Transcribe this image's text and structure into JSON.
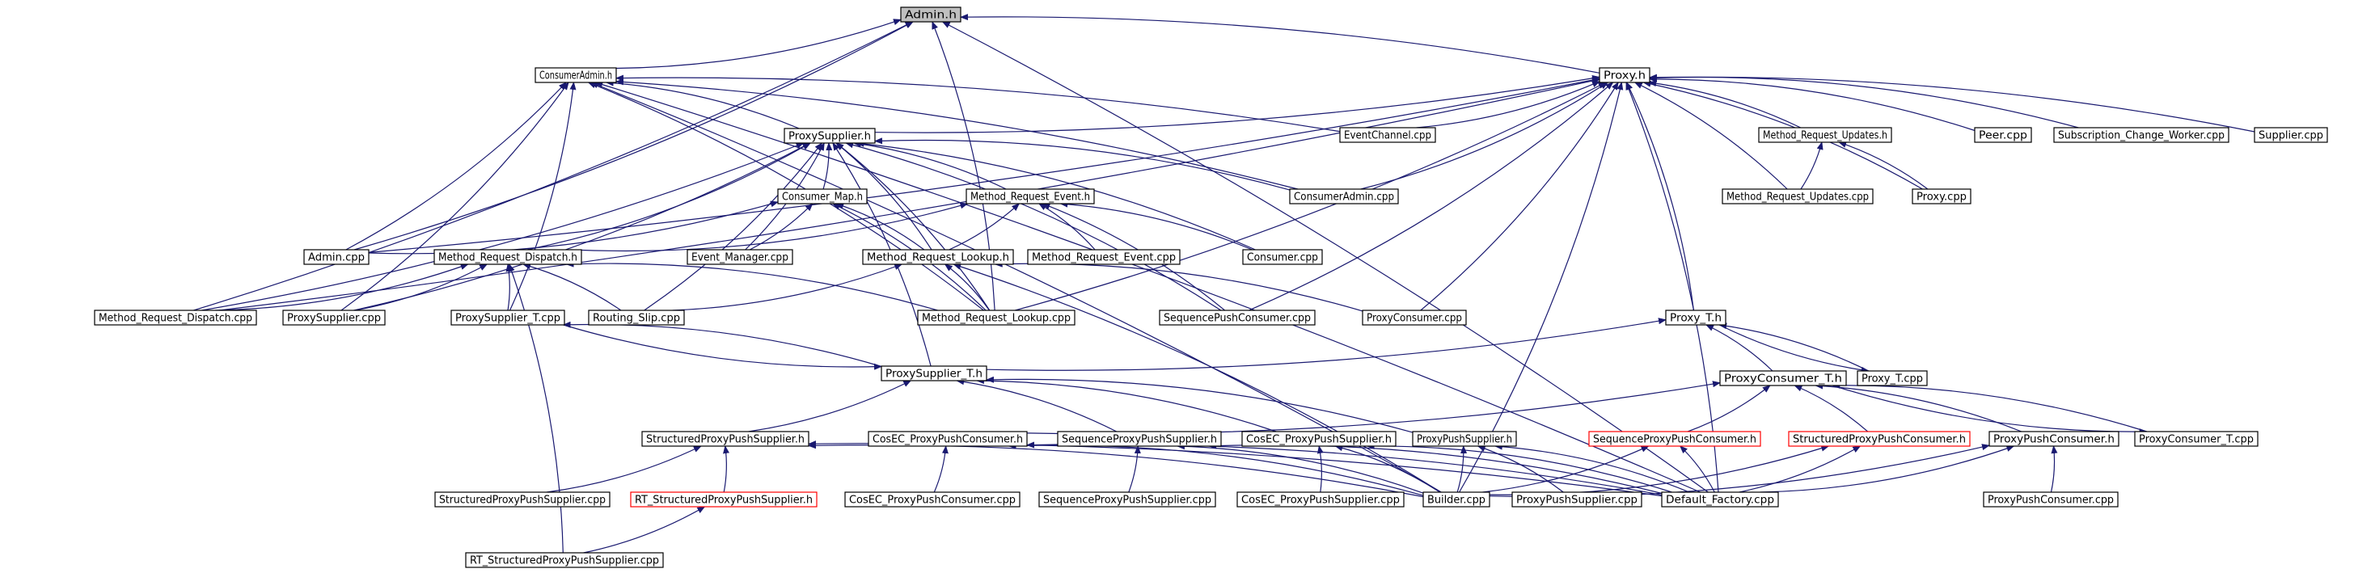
{
  "diagram": {
    "colors": {
      "edge": "#191970",
      "focus_fill": "#bfbfbf",
      "red_border": "#ff0000"
    },
    "nodes": [
      {
        "id": "admin_h",
        "label": "Admin.h",
        "focus": true
      },
      {
        "id": "consumeradmin_h",
        "label": "ConsumerAdmin.h"
      },
      {
        "id": "proxy_h",
        "label": "Proxy.h"
      },
      {
        "id": "proxysupplier_h",
        "label": "ProxySupplier.h"
      },
      {
        "id": "eventchannel_cpp",
        "label": "EventChannel.cpp"
      },
      {
        "id": "mru_h",
        "label": "Method_Request_Updates.h"
      },
      {
        "id": "peer_cpp",
        "label": "Peer.cpp"
      },
      {
        "id": "scw_cpp",
        "label": "Subscription_Change_Worker.cpp"
      },
      {
        "id": "supplier_cpp",
        "label": "Supplier.cpp"
      },
      {
        "id": "consumermap_h",
        "label": "Consumer_Map.h"
      },
      {
        "id": "mre_h",
        "label": "Method_Request_Event.h"
      },
      {
        "id": "consumeradmin_cpp",
        "label": "ConsumerAdmin.cpp"
      },
      {
        "id": "mru_cpp",
        "label": "Method_Request_Updates.cpp"
      },
      {
        "id": "proxy_cpp",
        "label": "Proxy.cpp"
      },
      {
        "id": "admin_cpp",
        "label": "Admin.cpp"
      },
      {
        "id": "mrd_h",
        "label": "Method_Request_Dispatch.h"
      },
      {
        "id": "eventmanager_cpp",
        "label": "Event_Manager.cpp"
      },
      {
        "id": "mrl_h",
        "label": "Method_Request_Lookup.h"
      },
      {
        "id": "mre_cpp",
        "label": "Method_Request_Event.cpp"
      },
      {
        "id": "consumer_cpp",
        "label": "Consumer.cpp"
      },
      {
        "id": "mrd_cpp",
        "label": "Method_Request_Dispatch.cpp"
      },
      {
        "id": "proxysupplier_cpp",
        "label": "ProxySupplier.cpp"
      },
      {
        "id": "proxysupplier_t_cpp",
        "label": "ProxySupplier_T.cpp"
      },
      {
        "id": "routingslip_cpp",
        "label": "Routing_Slip.cpp"
      },
      {
        "id": "mrl_cpp",
        "label": "Method_Request_Lookup.cpp"
      },
      {
        "id": "seqpushconsumer_cpp",
        "label": "SequencePushConsumer.cpp"
      },
      {
        "id": "proxyconsumer_cpp",
        "label": "ProxyConsumer.cpp"
      },
      {
        "id": "proxy_t_h",
        "label": "Proxy_T.h"
      },
      {
        "id": "proxysupplier_t_h",
        "label": "ProxySupplier_T.h"
      },
      {
        "id": "proxy_t_cpp",
        "label": "Proxy_T.cpp"
      },
      {
        "id": "proxyconsumer_t_h",
        "label": "ProxyConsumer_T.h"
      },
      {
        "id": "spps_h",
        "label": "StructuredProxyPushSupplier.h"
      },
      {
        "id": "cosec_ppc_h",
        "label": "CosEC_ProxyPushConsumer.h"
      },
      {
        "id": "seqpps_h",
        "label": "SequenceProxyPushSupplier.h"
      },
      {
        "id": "cosec_pps_h",
        "label": "CosEC_ProxyPushSupplier.h"
      },
      {
        "id": "pps_h",
        "label": "ProxyPushSupplier.h"
      },
      {
        "id": "seqppc_h",
        "label": "SequenceProxyPushConsumer.h",
        "red": true
      },
      {
        "id": "sppc_h",
        "label": "StructuredProxyPushConsumer.h",
        "red": true
      },
      {
        "id": "ppc_h",
        "label": "ProxyPushConsumer.h"
      },
      {
        "id": "proxyconsumer_t_cpp",
        "label": "ProxyConsumer_T.cpp"
      },
      {
        "id": "spps_cpp",
        "label": "StructuredProxyPushSupplier.cpp"
      },
      {
        "id": "rt_spps_h",
        "label": "RT_StructuredProxyPushSupplier.h",
        "red": true
      },
      {
        "id": "cosec_ppc_cpp",
        "label": "CosEC_ProxyPushConsumer.cpp"
      },
      {
        "id": "seqpps_cpp",
        "label": "SequenceProxyPushSupplier.cpp"
      },
      {
        "id": "cosec_pps_cpp",
        "label": "CosEC_ProxyPushSupplier.cpp"
      },
      {
        "id": "builder_cpp",
        "label": "Builder.cpp"
      },
      {
        "id": "pps_cpp",
        "label": "ProxyPushSupplier.cpp"
      },
      {
        "id": "default_factory_cpp",
        "label": "Default_Factory.cpp"
      },
      {
        "id": "ppc_cpp",
        "label": "ProxyPushConsumer.cpp"
      },
      {
        "id": "rt_spps_cpp",
        "label": "RT_StructuredProxyPushSupplier.cpp"
      }
    ],
    "edges": [
      [
        "consumeradmin_h",
        "admin_h"
      ],
      [
        "proxy_h",
        "admin_h"
      ],
      [
        "admin_cpp",
        "admin_h"
      ],
      [
        "mrd_cpp",
        "admin_h"
      ],
      [
        "mrl_cpp",
        "admin_h"
      ],
      [
        "default_factory_cpp",
        "admin_h"
      ],
      [
        "proxysupplier_h",
        "consumeradmin_h"
      ],
      [
        "eventchannel_cpp",
        "consumeradmin_h"
      ],
      [
        "consumeradmin_cpp",
        "consumeradmin_h"
      ],
      [
        "admin_cpp",
        "consumeradmin_h"
      ],
      [
        "proxysupplier_cpp",
        "consumeradmin_h"
      ],
      [
        "proxysupplier_t_cpp",
        "consumeradmin_h"
      ],
      [
        "mrl_cpp",
        "consumeradmin_h"
      ],
      [
        "builder_cpp",
        "consumeradmin_h"
      ],
      [
        "default_factory_cpp",
        "consumeradmin_h"
      ],
      [
        "proxysupplier_h",
        "proxy_h"
      ],
      [
        "eventchannel_cpp",
        "proxy_h"
      ],
      [
        "mru_h",
        "proxy_h"
      ],
      [
        "peer_cpp",
        "proxy_h"
      ],
      [
        "scw_cpp",
        "proxy_h"
      ],
      [
        "supplier_cpp",
        "proxy_h"
      ],
      [
        "consumeradmin_cpp",
        "proxy_h"
      ],
      [
        "mru_cpp",
        "proxy_h"
      ],
      [
        "proxy_cpp",
        "proxy_h"
      ],
      [
        "mrl_cpp",
        "proxy_h"
      ],
      [
        "seqpushconsumer_cpp",
        "proxy_h"
      ],
      [
        "proxyconsumer_cpp",
        "proxy_h"
      ],
      [
        "proxy_t_h",
        "proxy_h"
      ],
      [
        "builder_cpp",
        "proxy_h"
      ],
      [
        "default_factory_cpp",
        "proxy_h"
      ],
      [
        "admin_cpp",
        "proxy_h"
      ],
      [
        "mrd_cpp",
        "proxy_h"
      ],
      [
        "mru_cpp",
        "mru_h"
      ],
      [
        "proxy_cpp",
        "mru_h"
      ],
      [
        "consumermap_h",
        "proxysupplier_h"
      ],
      [
        "mre_h",
        "proxysupplier_h"
      ],
      [
        "consumeradmin_cpp",
        "proxysupplier_h"
      ],
      [
        "mrd_h",
        "proxysupplier_h"
      ],
      [
        "eventmanager_cpp",
        "proxysupplier_h"
      ],
      [
        "mrl_h",
        "proxysupplier_h"
      ],
      [
        "consumer_cpp",
        "proxysupplier_h"
      ],
      [
        "mrd_cpp",
        "proxysupplier_h"
      ],
      [
        "proxysupplier_cpp",
        "proxysupplier_h"
      ],
      [
        "routingslip_cpp",
        "proxysupplier_h"
      ],
      [
        "mrl_cpp",
        "proxysupplier_h"
      ],
      [
        "seqpushconsumer_cpp",
        "proxysupplier_h"
      ],
      [
        "proxysupplier_t_h",
        "proxysupplier_h"
      ],
      [
        "admin_cpp",
        "consumermap_h"
      ],
      [
        "eventmanager_cpp",
        "consumermap_h"
      ],
      [
        "mrl_h",
        "consumermap_h"
      ],
      [
        "mrl_cpp",
        "consumermap_h"
      ],
      [
        "mrd_h",
        "mre_h"
      ],
      [
        "mrl_h",
        "mre_h"
      ],
      [
        "mre_cpp",
        "mre_h"
      ],
      [
        "consumer_cpp",
        "mre_h"
      ],
      [
        "seqpushconsumer_cpp",
        "mre_h"
      ],
      [
        "mrd_cpp",
        "mrd_h"
      ],
      [
        "proxysupplier_cpp",
        "mrd_h"
      ],
      [
        "proxysupplier_t_cpp",
        "mrd_h"
      ],
      [
        "routingslip_cpp",
        "mrd_h"
      ],
      [
        "mrl_cpp",
        "mrd_h"
      ],
      [
        "rt_spps_cpp",
        "mrd_h"
      ],
      [
        "mrl_cpp",
        "mrl_h"
      ],
      [
        "proxyconsumer_cpp",
        "mrl_h"
      ],
      [
        "routingslip_cpp",
        "mrl_h"
      ],
      [
        "builder_cpp",
        "mrl_h"
      ],
      [
        "proxysupplier_t_h",
        "proxy_t_h"
      ],
      [
        "proxyconsumer_t_h",
        "proxy_t_h"
      ],
      [
        "proxy_t_cpp",
        "proxy_t_h"
      ],
      [
        "proxy_t_h",
        "proxy_t_cpp"
      ],
      [
        "proxysupplier_t_h",
        "proxysupplier_t_cpp"
      ],
      [
        "proxysupplier_t_cpp",
        "proxysupplier_t_h"
      ],
      [
        "spps_h",
        "proxysupplier_t_h"
      ],
      [
        "seqpps_h",
        "proxysupplier_t_h"
      ],
      [
        "cosec_pps_h",
        "proxysupplier_t_h"
      ],
      [
        "pps_h",
        "proxysupplier_t_h"
      ],
      [
        "seqppc_h",
        "proxyconsumer_t_h"
      ],
      [
        "sppc_h",
        "proxyconsumer_t_h"
      ],
      [
        "ppc_h",
        "proxyconsumer_t_h"
      ],
      [
        "cosec_ppc_h",
        "proxyconsumer_t_h"
      ],
      [
        "proxyconsumer_t_cpp",
        "proxyconsumer_t_h"
      ],
      [
        "proxyconsumer_t_h",
        "proxyconsumer_t_cpp"
      ],
      [
        "spps_cpp",
        "spps_h"
      ],
      [
        "rt_spps_h",
        "spps_h"
      ],
      [
        "builder_cpp",
        "spps_h"
      ],
      [
        "default_factory_cpp",
        "spps_h"
      ],
      [
        "rt_spps_cpp",
        "rt_spps_h"
      ],
      [
        "cosec_ppc_cpp",
        "cosec_ppc_h"
      ],
      [
        "builder_cpp",
        "cosec_ppc_h"
      ],
      [
        "default_factory_cpp",
        "cosec_ppc_h"
      ],
      [
        "seqpps_cpp",
        "seqpps_h"
      ],
      [
        "builder_cpp",
        "seqpps_h"
      ],
      [
        "default_factory_cpp",
        "seqpps_h"
      ],
      [
        "cosec_pps_cpp",
        "cosec_pps_h"
      ],
      [
        "builder_cpp",
        "cosec_pps_h"
      ],
      [
        "default_factory_cpp",
        "cosec_pps_h"
      ],
      [
        "pps_cpp",
        "pps_h"
      ],
      [
        "builder_cpp",
        "pps_h"
      ],
      [
        "default_factory_cpp",
        "pps_h"
      ],
      [
        "builder_cpp",
        "seqppc_h"
      ],
      [
        "default_factory_cpp",
        "seqppc_h"
      ],
      [
        "builder_cpp",
        "sppc_h"
      ],
      [
        "default_factory_cpp",
        "sppc_h"
      ],
      [
        "ppc_cpp",
        "ppc_h"
      ],
      [
        "builder_cpp",
        "ppc_h"
      ],
      [
        "default_factory_cpp",
        "ppc_h"
      ]
    ]
  }
}
